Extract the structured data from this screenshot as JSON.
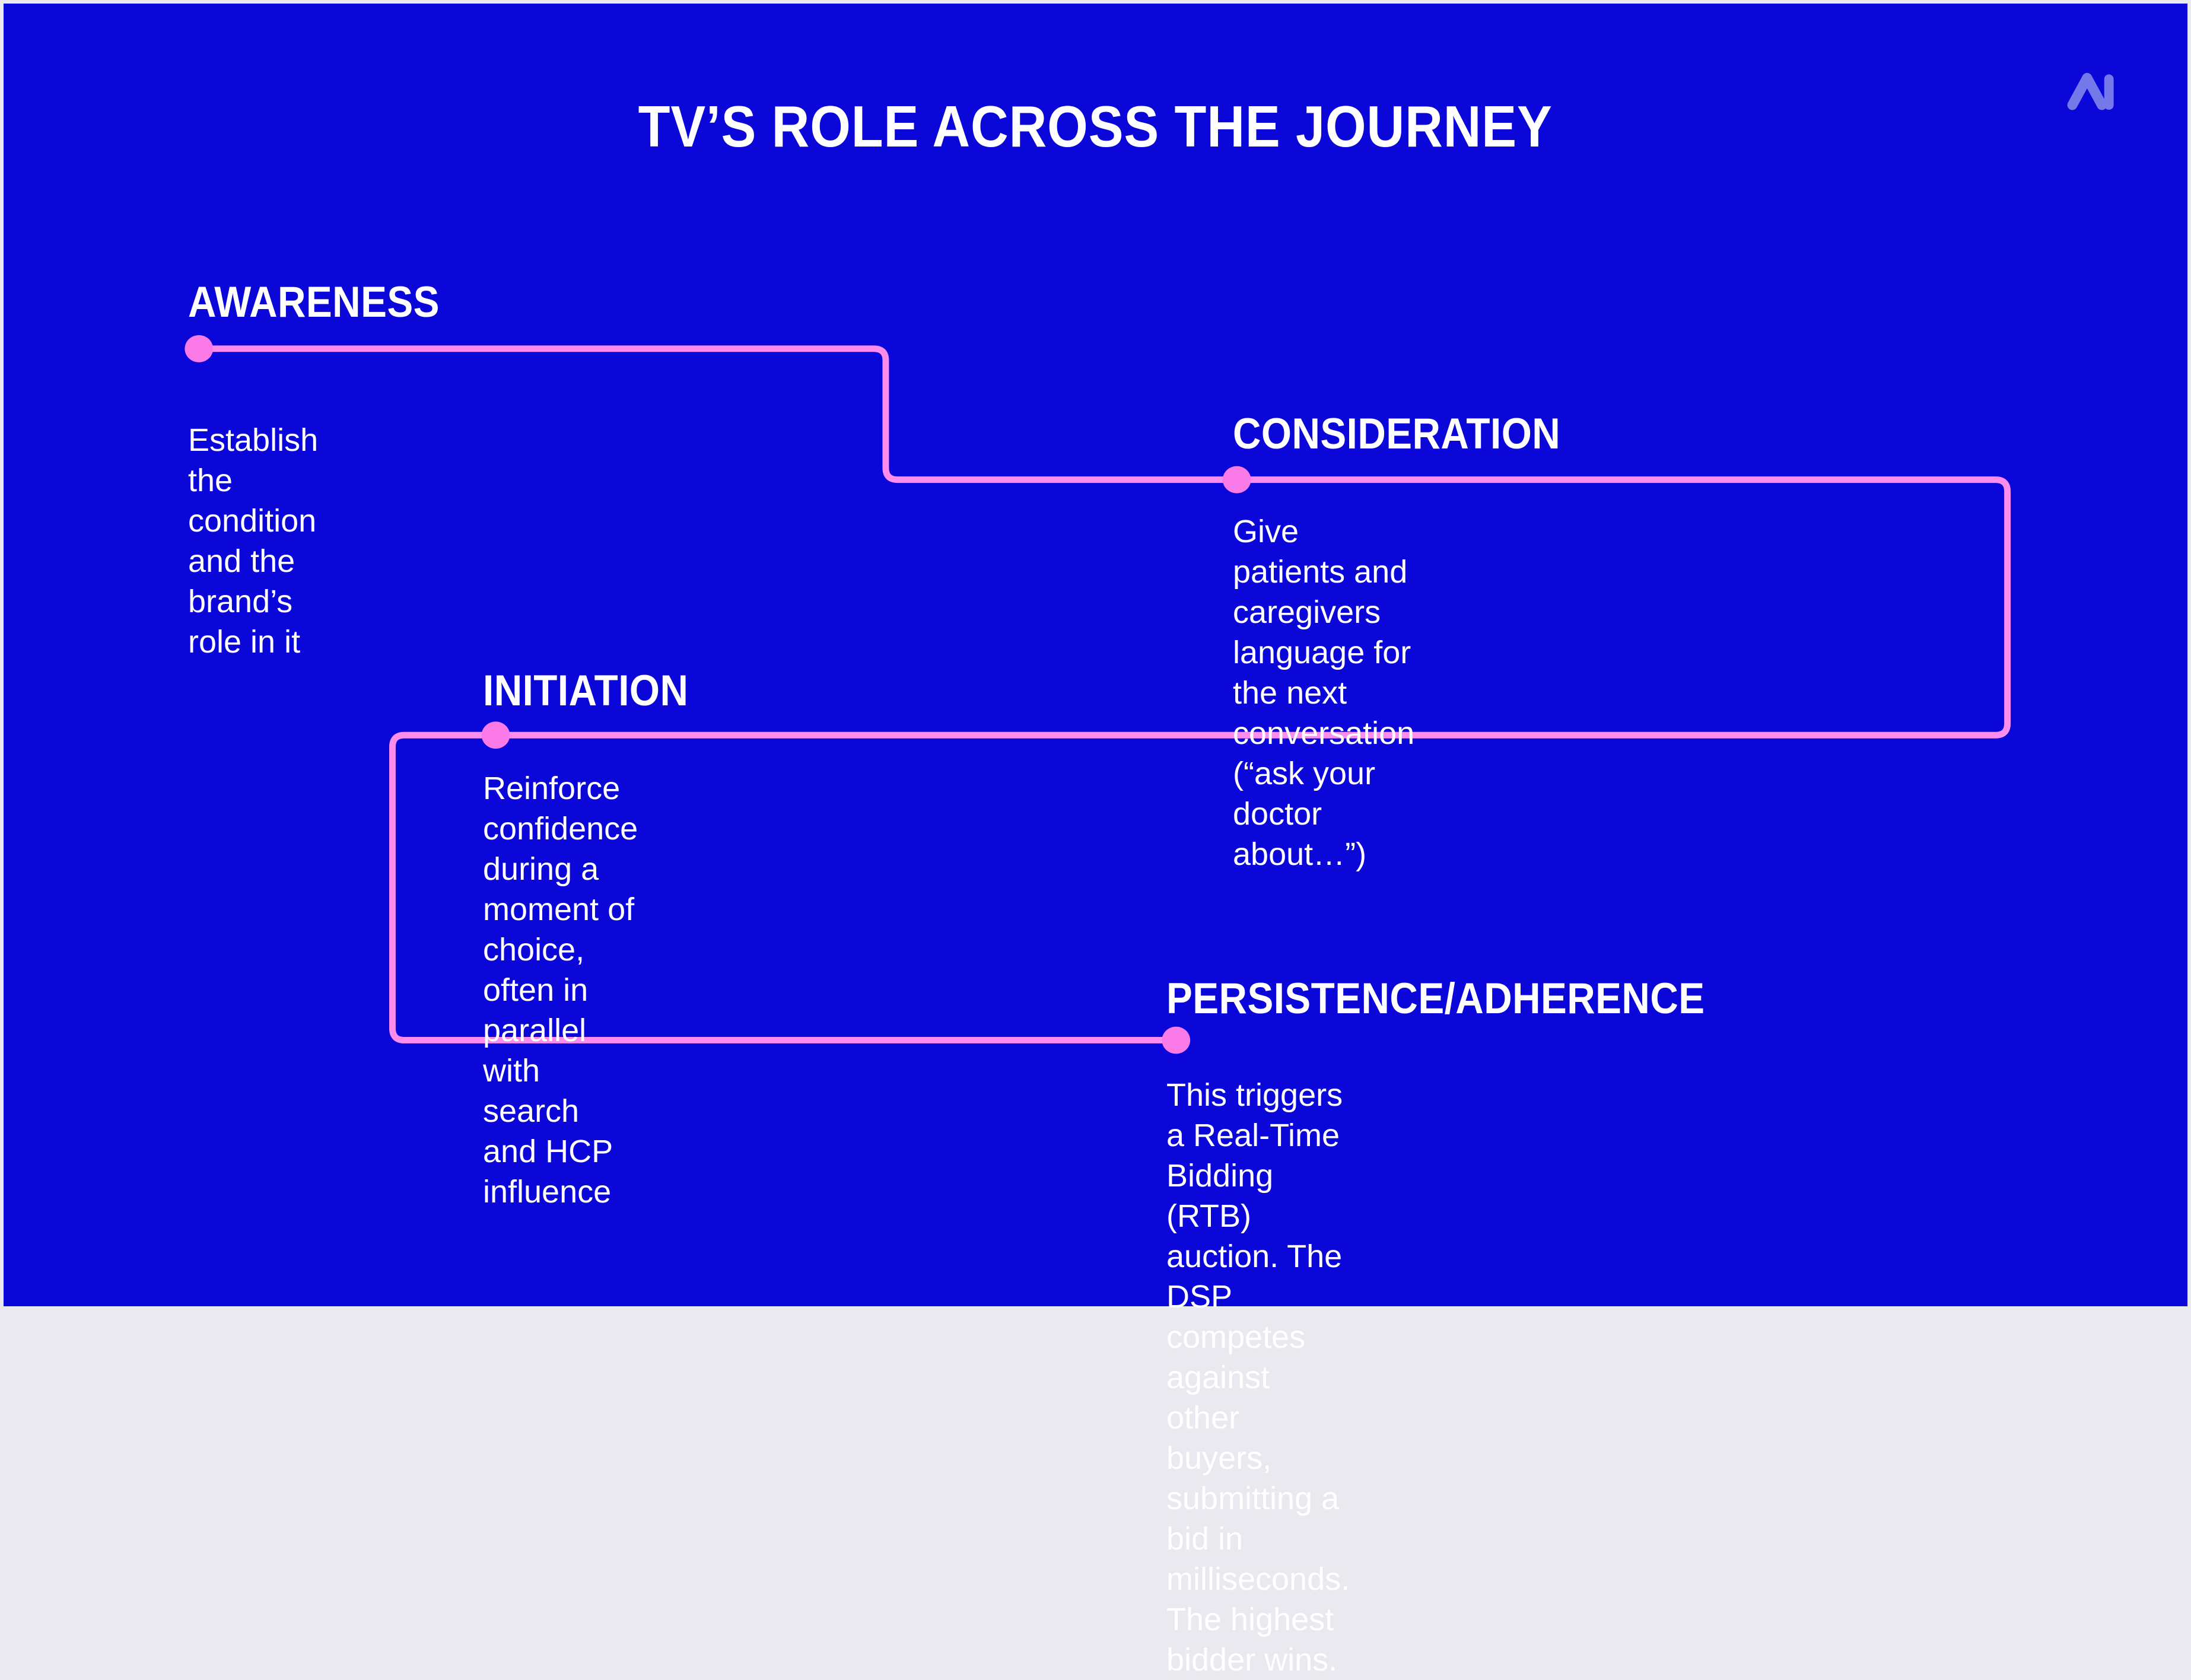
{
  "slide": {
    "title": "TV’S ROLE ACROSS THE JOURNEY"
  },
  "logo": {
    "text": "AI"
  },
  "colors": {
    "background": "#0A07D8",
    "frame": "#e9e9ef",
    "path_pink": "#FC8DEE",
    "dot_pink": "#FA7BE8",
    "text_white": "#FFFFFF",
    "logo_periwinkle": "#7478E8"
  },
  "stages": [
    {
      "label": "AWARENESS",
      "description": " Establish the condition\nand the brand’s role in it"
    },
    {
      "label": "CONSIDERATION",
      "description": "Give patients and caregivers language for\nthe next conversation (“ask your doctor\nabout…”)"
    },
    {
      "label": "INITIATION",
      "description": "Reinforce confidence during a\nmoment of choice, often in parallel\nwith search and HCP influence"
    },
    {
      "label": "PERSISTENCE/ADHERENCE",
      "description": "This triggers a Real-Time Bidding (RTB)\nauction. The DSP competes against\nother buyers, submitting a bid in\nmilliseconds. The highest bidder wins."
    }
  ]
}
